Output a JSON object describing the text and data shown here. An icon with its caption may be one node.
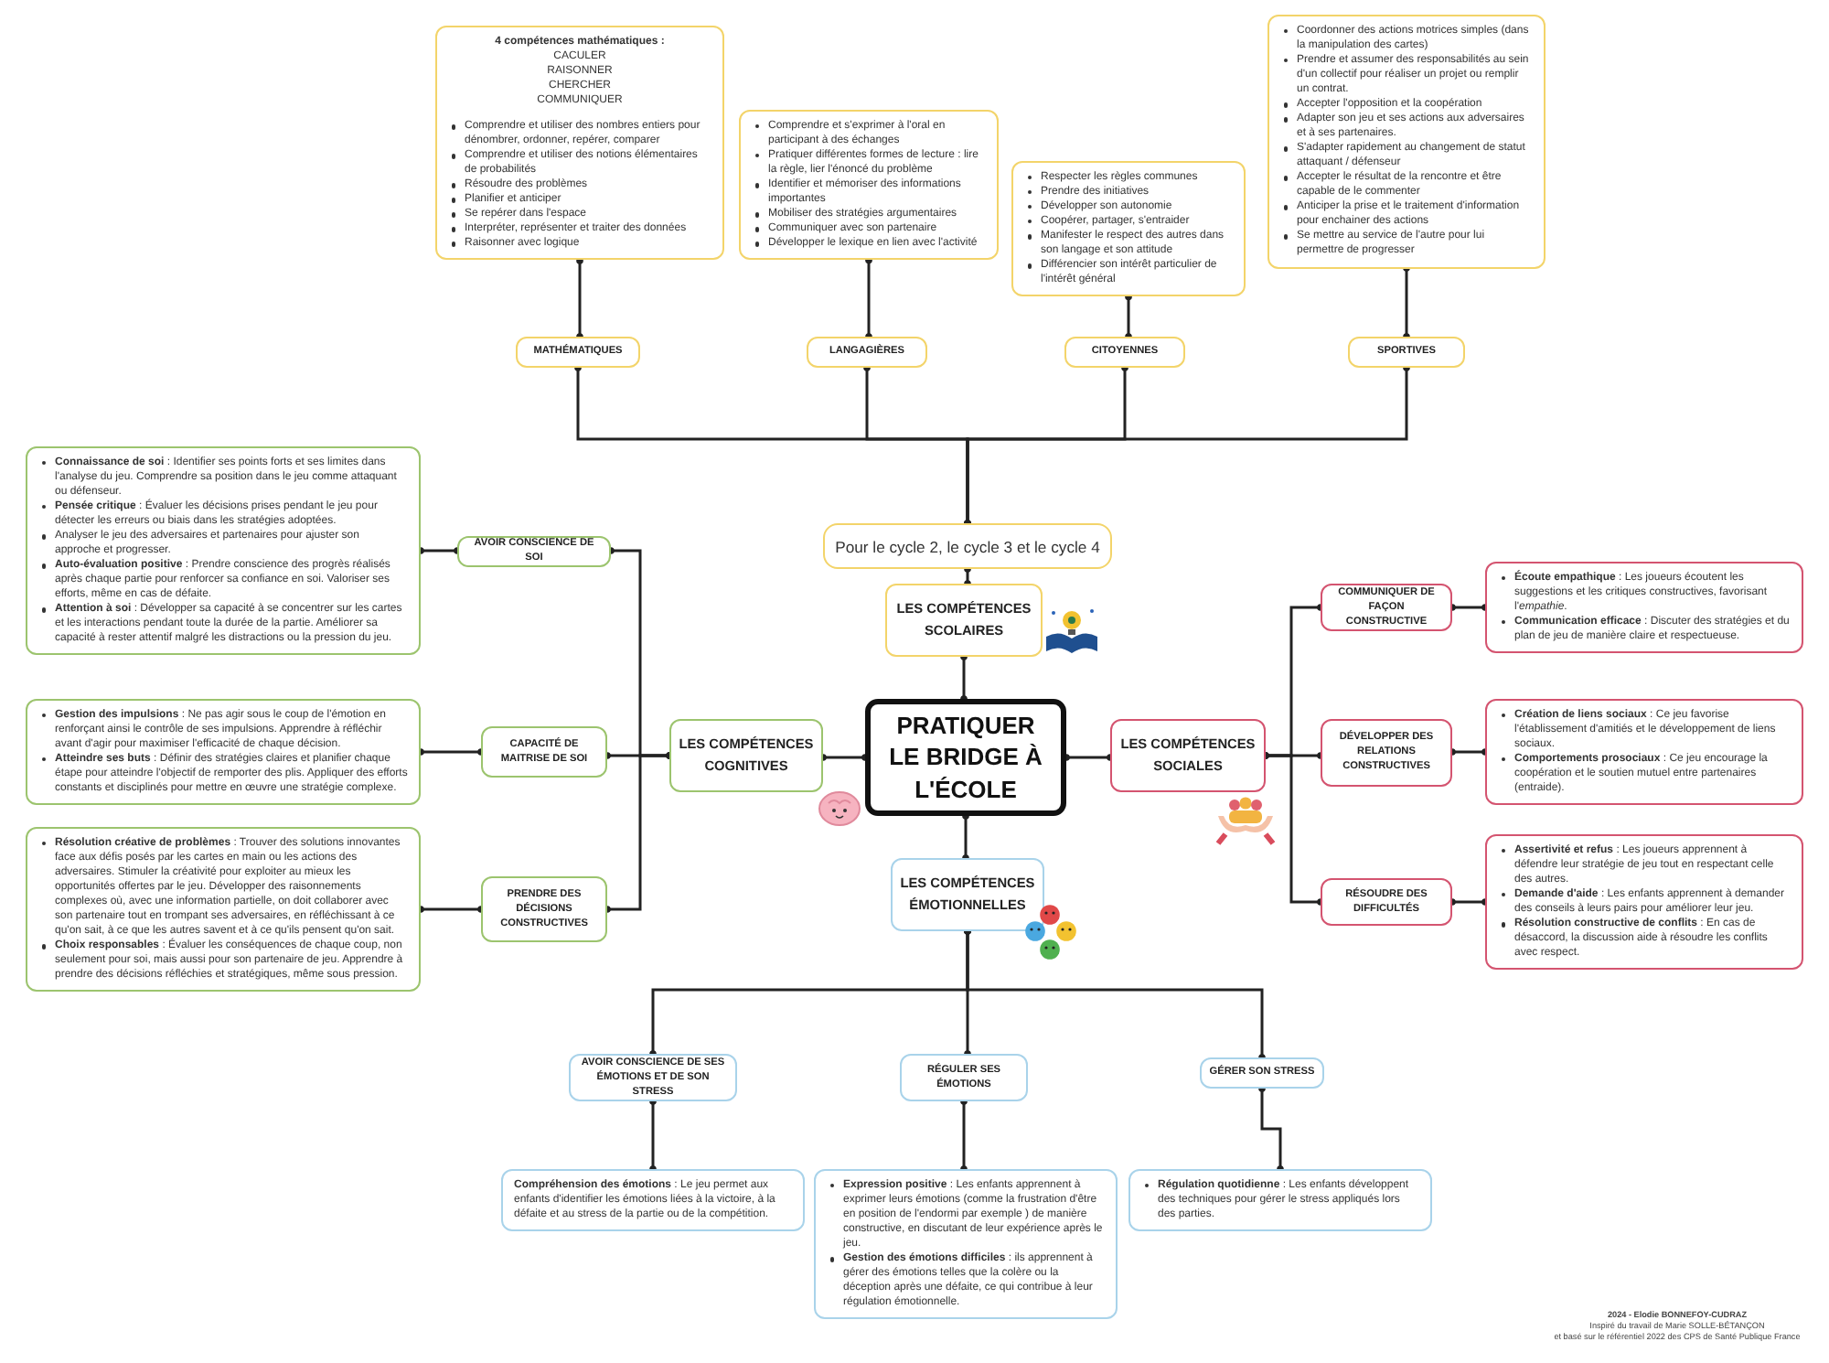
{
  "diagram": {
    "nodes": [
      {
        "text": [
          "PRATIQUER LE BRIDGE À L'ÉCOLE"
        ]
      },
      {
        "text": [
          "4 compétences mathématiques :",
          "CACULER",
          "RAISONNER",
          "CHERCHER",
          "COMMUNIQUER",
          "Comprendre et utiliser des nombres entiers pour dénombrer, ordonner, repérer, comparer",
          "Comprendre et utiliser des notions élémentaires de probabilités",
          "Résoudre des problèmes",
          "Planifier et anticiper",
          "Se repérer dans l'espace",
          "Interpréter, représenter et traiter des données",
          "Raisonner avec logique"
        ]
      },
      {
        "text": [
          "Comprendre et s'exprimer à l'oral en participant à des échanges",
          "Pratiquer différentes formes de lecture : lire la règle, lier l'énoncé du problème",
          "Identifier et mémoriser des informations importantes",
          "Mobiliser des stratégies argumentaires",
          "Communiquer avec son partenaire",
          "Développer le lexique en lien avec l'activité"
        ]
      },
      {
        "text": [
          "Respecter les règles communes",
          "Prendre des initiatives",
          "Développer son autonomie",
          "Coopérer, partager, s'entraider",
          "Manifester le respect des autres dans son langage et son attitude",
          "Différencier son intérêt particulier de l'intérêt général"
        ]
      },
      {
        "text": [
          "Coordonner des actions motrices simples (dans la manipulation des cartes)",
          "Prendre et assumer des responsabilités au sein d'un collectif pour réaliser un projet ou remplir un contrat.",
          "Accepter l'opposition et la coopération",
          "Adapter son jeu et ses actions aux adversaires et à ses partenaires.",
          "S'adapter rapidement au changement de statut attaquant / défenseur",
          "Accepter le résultat de la rencontre et être capable de le commenter",
          "Anticiper la prise et le traitement d'information pour enchainer des actions",
          "Se mettre au service de l'autre pour lui permettre de progresser"
        ]
      },
      {
        "text": [
          "MATHÉMATIQUES"
        ]
      },
      {
        "text": [
          "LANGAGIÈRES"
        ]
      },
      {
        "text": [
          "CITOYENNES"
        ]
      },
      {
        "text": [
          "SPORTIVES"
        ]
      },
      {
        "text": [
          "Pour le cycle 2, le cycle 3 et le cycle 4"
        ]
      },
      {
        "text": [
          "LES COMPÉTENCES SCOLAIRES"
        ]
      },
      {
        "text": [
          "**Connaissance de soi** : Identifier ses points forts et ses limites dans l'analyse du jeu. Comprendre sa position dans le jeu comme attaquant ou défenseur.",
          "**Pensée critique** : Évaluer les décisions prises pendant le jeu pour détecter les erreurs ou biais dans les stratégies adoptées.",
          "Analyser le jeu des adversaires et partenaires pour ajuster son approche et progresser.",
          "**Auto-évaluation positive** : Prendre conscience des progrès réalisés après chaque partie pour renforcer sa confiance en soi. Valoriser ses efforts, même en cas de défaite.",
          "**Attention à soi** : Développer sa capacité à se concentrer sur les cartes et les interactions pendant toute la durée de la partie. Améliorer sa capacité à rester attentif malgré les distractions ou la pression du jeu."
        ]
      },
      {
        "text": [
          "AVOIR CONSCIENCE DE SOI"
        ]
      },
      {
        "text": [
          "**Gestion des impulsions** : Ne pas agir sous le coup de l'émotion en renforçant ainsi le contrôle de ses impulsions. Apprendre à réfléchir avant d'agir pour maximiser l'efficacité de chaque décision.",
          "**Atteindre ses buts** : Définir des stratégies claires et planifier chaque étape pour atteindre l'objectif de remporter des plis. Appliquer des efforts constants et disciplinés pour mettre en œuvre une stratégie complexe."
        ]
      },
      {
        "text": [
          "CAPACITÉ DE MAITRISE DE SOI"
        ]
      },
      {
        "text": [
          "**Résolution créative de problèmes** : Trouver des solutions innovantes face aux défis posés par les cartes en main ou les actions des adversaires. Stimuler la créativité pour exploiter au mieux les opportunités offertes par le jeu. Développer des raisonnements complexes où, avec une information partielle, on doit collaborer avec son partenaire tout en trompant ses adversaires, en réfléchissant à ce qu'on sait, à ce que les autres savent et à ce qu'ils pensent qu'on sait.",
          "**Choix responsables** : Évaluer les conséquences de chaque coup, non seulement pour soi, mais aussi pour son partenaire de jeu. Apprendre à prendre des décisions réfléchies et stratégiques, même sous pression."
        ]
      },
      {
        "text": [
          "PRENDRE DES DÉCISIONS CONSTRUCTIVES"
        ]
      },
      {
        "text": [
          "LES COMPÉTENCES COGNITIVES"
        ]
      },
      {
        "text": [
          "LES COMPÉTENCES SOCIALES"
        ]
      },
      {
        "text": [
          "COMMUNIQUER DE FAÇON CONSTRUCTIVE"
        ]
      },
      {
        "text": [
          "**Écoute empathique** : Les joueurs écoutent les suggestions et les critiques constructives, favorisant l'*empathie*.",
          "**Communication efficace** : Discuter des stratégies et du plan de jeu de manière claire et respectueuse."
        ]
      },
      {
        "text": [
          "DÉVELOPPER DES RELATIONS CONSTRUCTIVES"
        ]
      },
      {
        "text": [
          "**Création de liens sociaux** : Ce jeu favorise l'établissement d'amitiés et le développement de liens sociaux.",
          "**Comportements prosociaux** : Ce jeu encourage la coopération et le soutien mutuel entre partenaires (entraide)."
        ]
      },
      {
        "text": [
          "RÉSOUDRE DES DIFFICULTÉS"
        ]
      },
      {
        "text": [
          "**Assertivité et refus** : Les joueurs apprennent à défendre leur stratégie de jeu tout en respectant celle des autres.",
          "**Demande d'aide** : Les enfants apprennent à demander des conseils à leurs pairs pour améliorer leur jeu.",
          "**Résolution constructive de conflits** : En cas de désaccord, la discussion aide à résoudre les conflits avec respect."
        ]
      },
      {
        "text": [
          "LES COMPÉTENCES ÉMOTIONNELLES"
        ]
      },
      {
        "text": [
          "AVOIR CONSCIENCE DE SES ÉMOTIONS ET DE SON STRESS"
        ]
      },
      {
        "text": [
          "RÉGULER SES ÉMOTIONS"
        ]
      },
      {
        "text": [
          "GÉRER SON STRESS"
        ]
      },
      {
        "text": [
          "**Compréhension des émotions** : Le jeu permet aux enfants d'identifier les émotions liées à la victoire, à la défaite et au stress de la partie ou de la compétition."
        ]
      },
      {
        "text": [
          "**Expression positive** : Les enfants apprennent à exprimer leurs émotions (comme la frustration d'être en position de l'endormi par exemple ) de manière constructive, en discutant de leur expérience après le jeu.",
          "**Gestion des émotions difficiles** : ils apprennent à gérer des émotions telles que la colère ou la déception après une défaite, ce qui contribue à leur régulation émotionnelle."
        ]
      },
      {
        "text": [
          "**Régulation quotidienne** : Les enfants développent des techniques pour gérer le stress appliqués lors des parties."
        ]
      }
    ],
    "edges": [
      {
        "from": 1,
        "to": 5,
        "arrow": "other"
      },
      {
        "from": 2,
        "to": 6,
        "arrow": "other"
      },
      {
        "from": 3,
        "to": 7,
        "arrow": "other"
      },
      {
        "from": 4,
        "to": 8,
        "arrow": "other"
      },
      {
        "from": 5,
        "to": 9,
        "arrow": "other"
      },
      {
        "from": 6,
        "to": 9,
        "arrow": "other"
      },
      {
        "from": 7,
        "to": 9,
        "arrow": "other"
      },
      {
        "from": 8,
        "to": 9,
        "arrow": "other"
      },
      {
        "from": 9,
        "to": 10,
        "arrow": "other"
      },
      {
        "from": 10,
        "to": 0,
        "arrow": "other"
      },
      {
        "from": 0,
        "to": 17,
        "arrow": "other"
      },
      {
        "from": 17,
        "to": 12,
        "arrow": "other"
      },
      {
        "from": 17,
        "to": 14,
        "arrow": "other"
      },
      {
        "from": 17,
        "to": 16,
        "arrow": "other"
      },
      {
        "from": 12,
        "to": 11,
        "arrow": "other"
      },
      {
        "from": 14,
        "to": 13,
        "arrow": "other"
      },
      {
        "from": 16,
        "to": 15,
        "arrow": "other"
      },
      {
        "from": 0,
        "to": 18,
        "arrow": "other"
      },
      {
        "from": 18,
        "to": 19,
        "arrow": "other"
      },
      {
        "from": 18,
        "to": 21,
        "arrow": "other"
      },
      {
        "from": 18,
        "to": 23,
        "arrow": "other"
      },
      {
        "from": 19,
        "to": 20,
        "arrow": "other"
      },
      {
        "from": 21,
        "to": 22,
        "arrow": "other"
      },
      {
        "from": 23,
        "to": 24,
        "arrow": "other"
      },
      {
        "from": 0,
        "to": 25,
        "arrow": "other"
      },
      {
        "from": 25,
        "to": 26,
        "arrow": "other"
      },
      {
        "from": 25,
        "to": 27,
        "arrow": "other"
      },
      {
        "from": 25,
        "to": 28,
        "arrow": "other"
      },
      {
        "from": 26,
        "to": 29,
        "arrow": "other"
      },
      {
        "from": 27,
        "to": 30,
        "arrow": "other"
      },
      {
        "from": 28,
        "to": 31,
        "arrow": "other"
      }
    ],
    "labels": [
      "2024 - Elodie BONNEFOY-CUDRAZ",
      "Inspiré du travail de Marie SOLLE-BÉTANÇON",
      "et basé sur le référentiel 2022 des CPS de Santé Publique France"
    ]
  }
}
